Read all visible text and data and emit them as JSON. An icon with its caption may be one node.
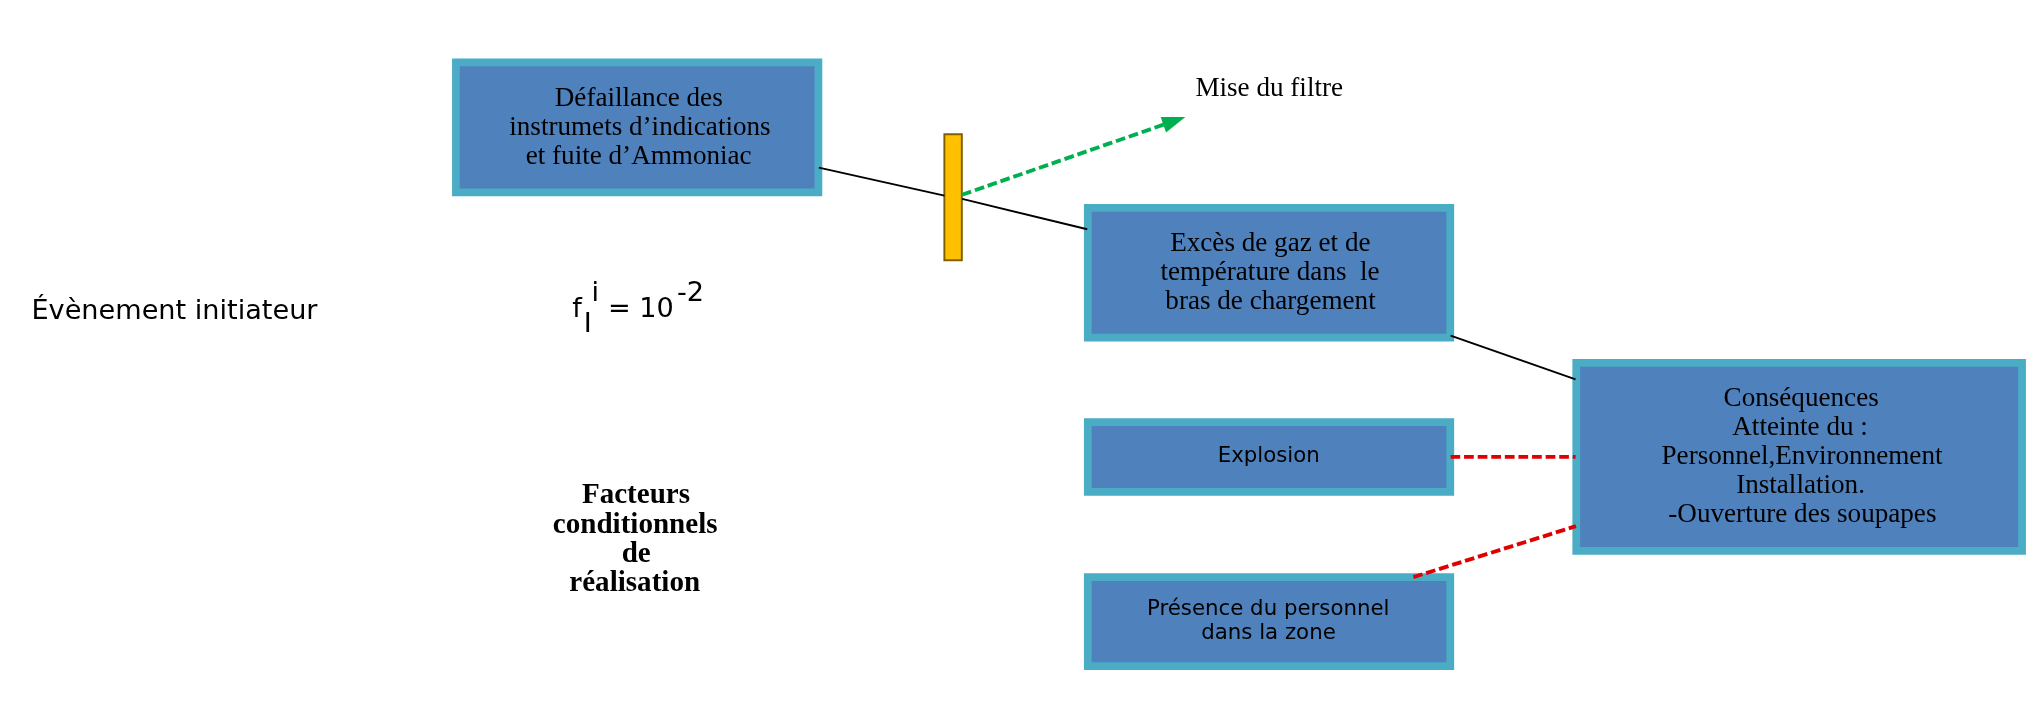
{
  "diagram": {
    "nodes": [
      {
        "text": [
          "Défaillance des instrumets d’indications et fuite d’Ammoniac"
        ]
      },
      {
        "text": [],
        "shape": "bar"
      },
      {
        "text": [
          "Mise du filtre"
        ]
      },
      {
        "text": [
          "Excès de gaz et de température dans  le bras de chargement"
        ]
      },
      {
        "text": [
          "Conséquences",
          "Atteinte du :",
          "Personnel,Environnement",
          "Installation.",
          "-Ouverture des soupapes"
        ]
      },
      {
        "text": [
          "Explosion"
        ]
      },
      {
        "text": [
          "Présence du personnel dans la zone"
        ]
      }
    ],
    "edges": [
      {
        "from": 0,
        "to": 1,
        "arrow": "none"
      },
      {
        "from": 1,
        "to": 2,
        "arrow": "to",
        "style": "dashed",
        "color": "#00b050"
      },
      {
        "from": 1,
        "to": 3,
        "arrow": "none"
      },
      {
        "from": 3,
        "to": 4,
        "arrow": "none"
      },
      {
        "from": 5,
        "to": 4,
        "arrow": "none",
        "style": "dashed",
        "color": "#e00000"
      },
      {
        "from": 6,
        "to": 4,
        "arrow": "none",
        "style": "dashed",
        "color": "#e00000"
      }
    ],
    "labels": [
      "Évènement initiateur",
      "f$_{I}$$^{i}$ = 10$^{-2}$",
      "Facteurs conditionnels de réalisation"
    ]
  }
}
